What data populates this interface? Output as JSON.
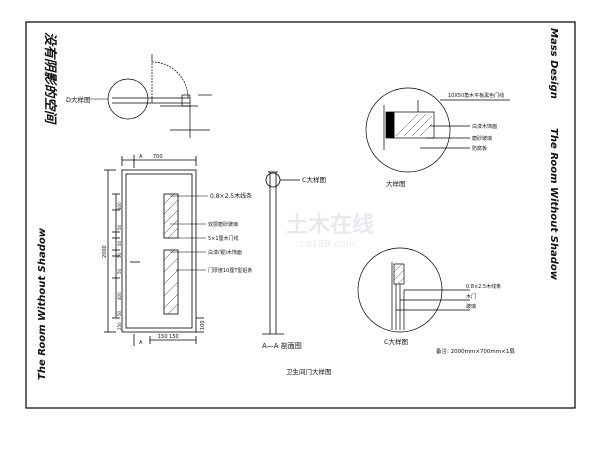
{
  "side_text": {
    "left_cn": "没有阴影的空间",
    "left_en": "The Room Without Shadow",
    "right_en_top": "Mass Design",
    "right_en_main": "The Room Without Shadow"
  },
  "labels": {
    "d_detail": "D大样图",
    "dim_top": "700",
    "dim_height": "2000",
    "dim_bottom_width": "150 150",
    "marker_a_top": "A",
    "marker_a_bottom": "A",
    "dim_right_small": "100",
    "callout_1": "0.8×2.5木线条",
    "callout_2": "双层磨砂玻璃",
    "callout_3": "5×1厘木门线",
    "callout_4": "白漆(银)木饰面",
    "callout_5": "门厚度10厘T型铝条",
    "c_detail_label": "C大样图",
    "section_title": "A—A 剖面图",
    "big_detail_label": "大样图",
    "big_detail_top_callout": "10X50角木平板黑色门线",
    "big_detail_callout_1": "白漆木饰面",
    "big_detail_callout_2": "磨砂玻璃",
    "big_detail_callout_3": "防腐板",
    "c_callout_1": "0.8×2.5木线条",
    "c_callout_2": "木门",
    "c_callout_3": "玻璃",
    "c_detail_title": "C大样图",
    "spec_note": "备注: 2000mm×700mm×1扇",
    "drawing_title": "卫生间门大样图",
    "watermark": "土木在线",
    "watermark_sub": "co188.com",
    "dim_vertical_values": [
      "400",
      "50",
      "50",
      "50",
      "50",
      "400",
      "50",
      "250"
    ]
  }
}
